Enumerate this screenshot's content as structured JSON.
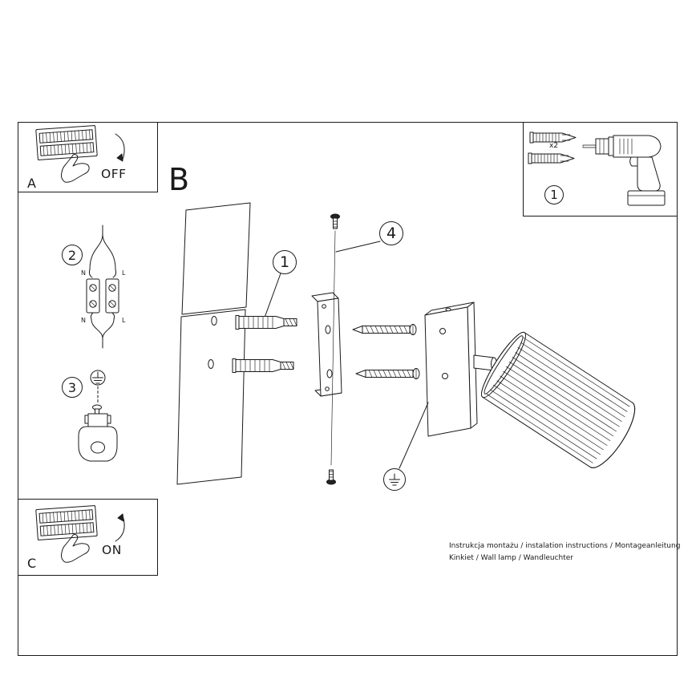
{
  "steps": {
    "a": "A",
    "b": "B",
    "c": "C",
    "off": "OFF",
    "on": "ON"
  },
  "callouts": {
    "one": "1",
    "two": "2",
    "three": "3",
    "four": "4",
    "parts_one": "1",
    "qty": "x2"
  },
  "wiring": {
    "n_top": "N",
    "l_top": "L",
    "n_bottom": "N",
    "l_bottom": "L"
  },
  "footer": {
    "line1": "Instrukcja montażu / instalation instructions / Montageanleitung",
    "line2": "Kinkiet / Wall lamp / Wandleuchter"
  },
  "colors": {
    "line": "#1a1a1a",
    "bg": "#ffffff"
  }
}
